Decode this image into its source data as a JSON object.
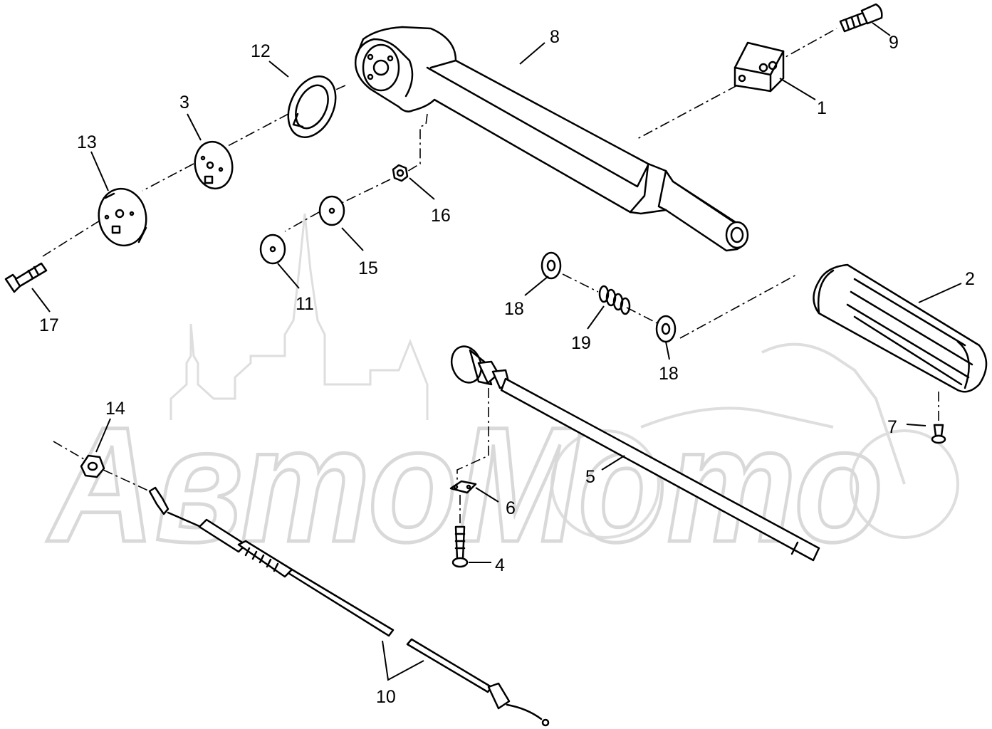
{
  "watermark": {
    "text": "АвтоМото"
  },
  "parts": [
    {
      "id": "1",
      "label": "1"
    },
    {
      "id": "2",
      "label": "2"
    },
    {
      "id": "3",
      "label": "3"
    },
    {
      "id": "4",
      "label": "4"
    },
    {
      "id": "5",
      "label": "5"
    },
    {
      "id": "6",
      "label": "6"
    },
    {
      "id": "7",
      "label": "7"
    },
    {
      "id": "8",
      "label": "8"
    },
    {
      "id": "9",
      "label": "9"
    },
    {
      "id": "10",
      "label": "10"
    },
    {
      "id": "11",
      "label": "11"
    },
    {
      "id": "12",
      "label": "12"
    },
    {
      "id": "13",
      "label": "13"
    },
    {
      "id": "14",
      "label": "14"
    },
    {
      "id": "15",
      "label": "15"
    },
    {
      "id": "16",
      "label": "16"
    },
    {
      "id": "17",
      "label": "17"
    },
    {
      "id": "18a",
      "label": "18"
    },
    {
      "id": "18b",
      "label": "18"
    },
    {
      "id": "19",
      "label": "19"
    }
  ]
}
